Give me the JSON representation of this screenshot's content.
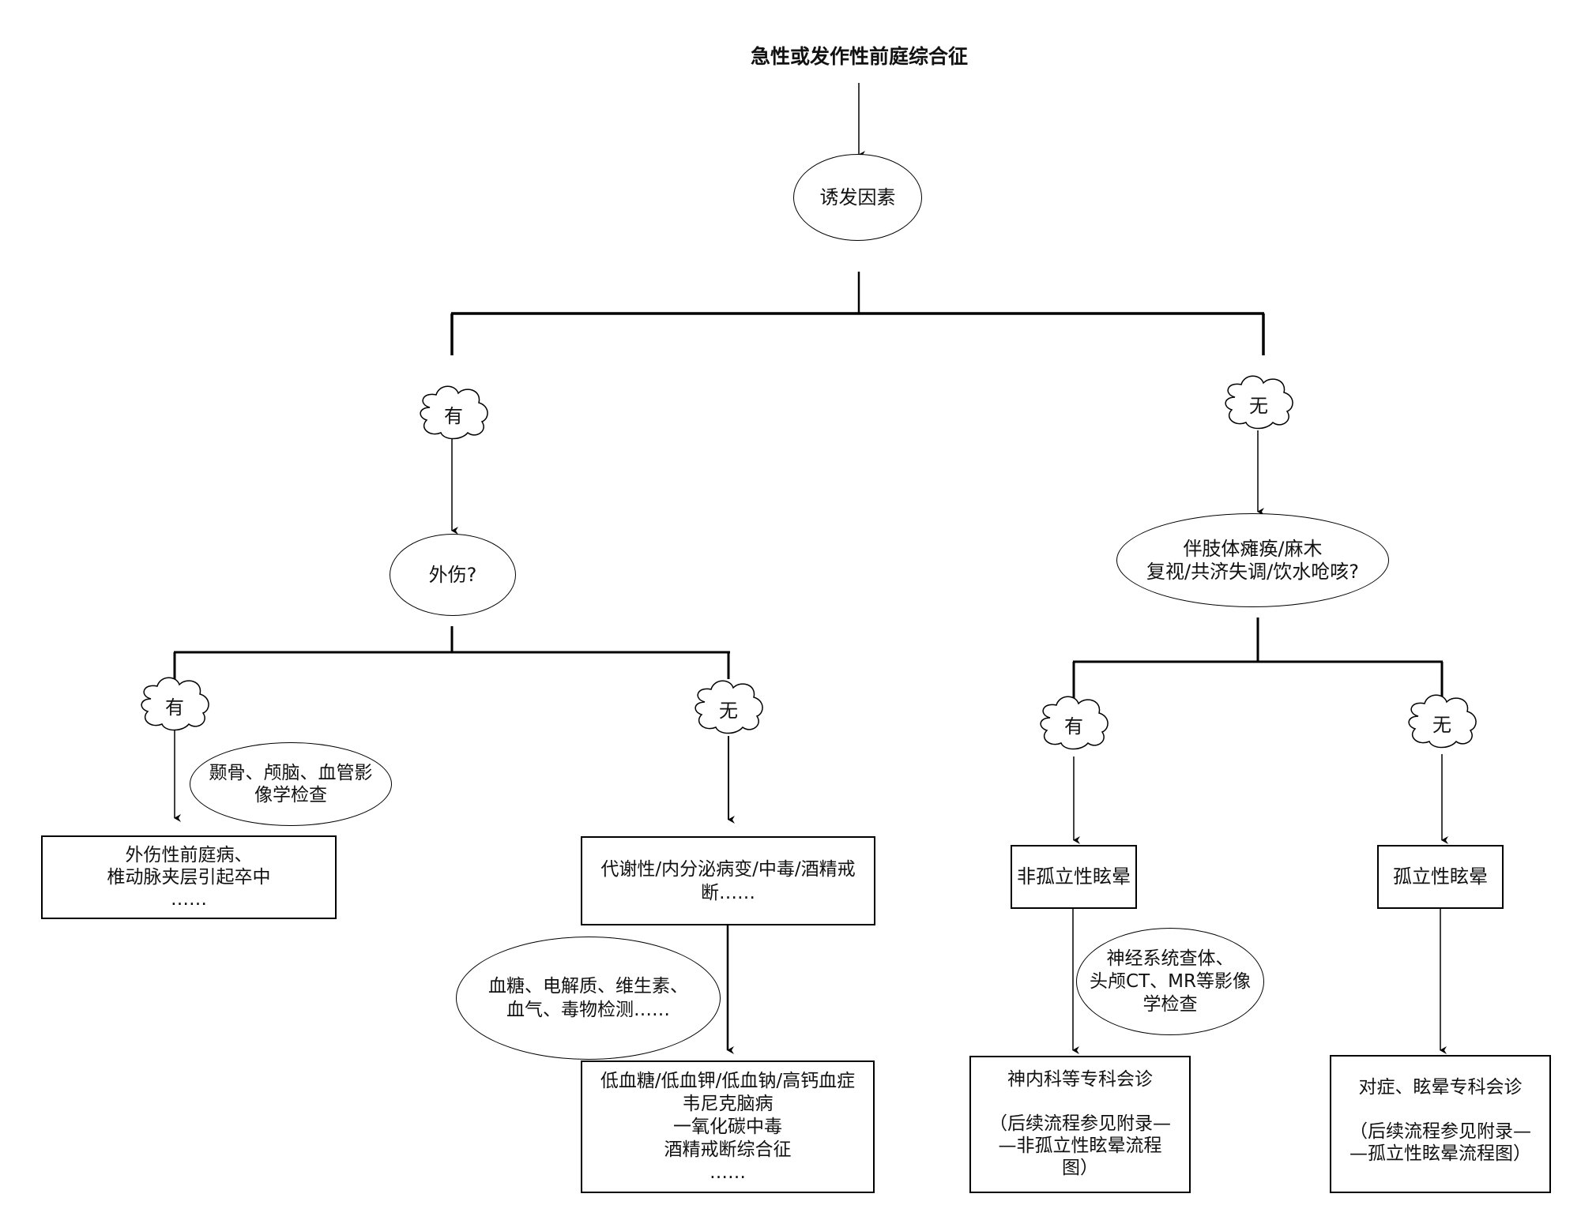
{
  "title": "急性或发作性前庭综合征",
  "nodes": {
    "trigger": "诱发因素",
    "trigger_yes": "有",
    "trigger_no": "无",
    "trauma_question": "外伤?",
    "trauma_yes": "有",
    "trauma_no": "无",
    "trauma_exam": "颞骨、颅脑、血管影\n像学检查",
    "trauma_result": "外伤性前庭病、\n椎动脉夹层引起卒中\n……",
    "metabolic": "代谢性/内分泌病变/中毒/酒精戒\n断……",
    "metabolic_exam": "血糖、电解质、维生素、\n血气、毒物检测……",
    "metabolic_result": "低血糖/低血钾/低血钠/高钙血症\n韦尼克脑病\n一氧化碳中毒\n酒精戒断综合征\n……",
    "neuro_question": "伴肢体瘫痪/麻木\n复视/共济失调/饮水呛咳?",
    "neuro_yes": "有",
    "neuro_no": "无",
    "non_isolated": "非孤立性眩晕",
    "isolated": "孤立性眩晕",
    "neuro_exam": "神经系统查体、\n头颅CT、MR等影像\n学检查",
    "neuro_consult": "神内科等专科会诊\n\n（后续流程参见附录—\n—非孤立性眩晕流程\n图）",
    "vertigo_consult": "对症、眩晕专科会诊\n\n（后续流程参见附录—\n—孤立性眩晕流程图）"
  },
  "colors": {
    "line": "#000000",
    "text": "#111111",
    "background": "#ffffff"
  }
}
